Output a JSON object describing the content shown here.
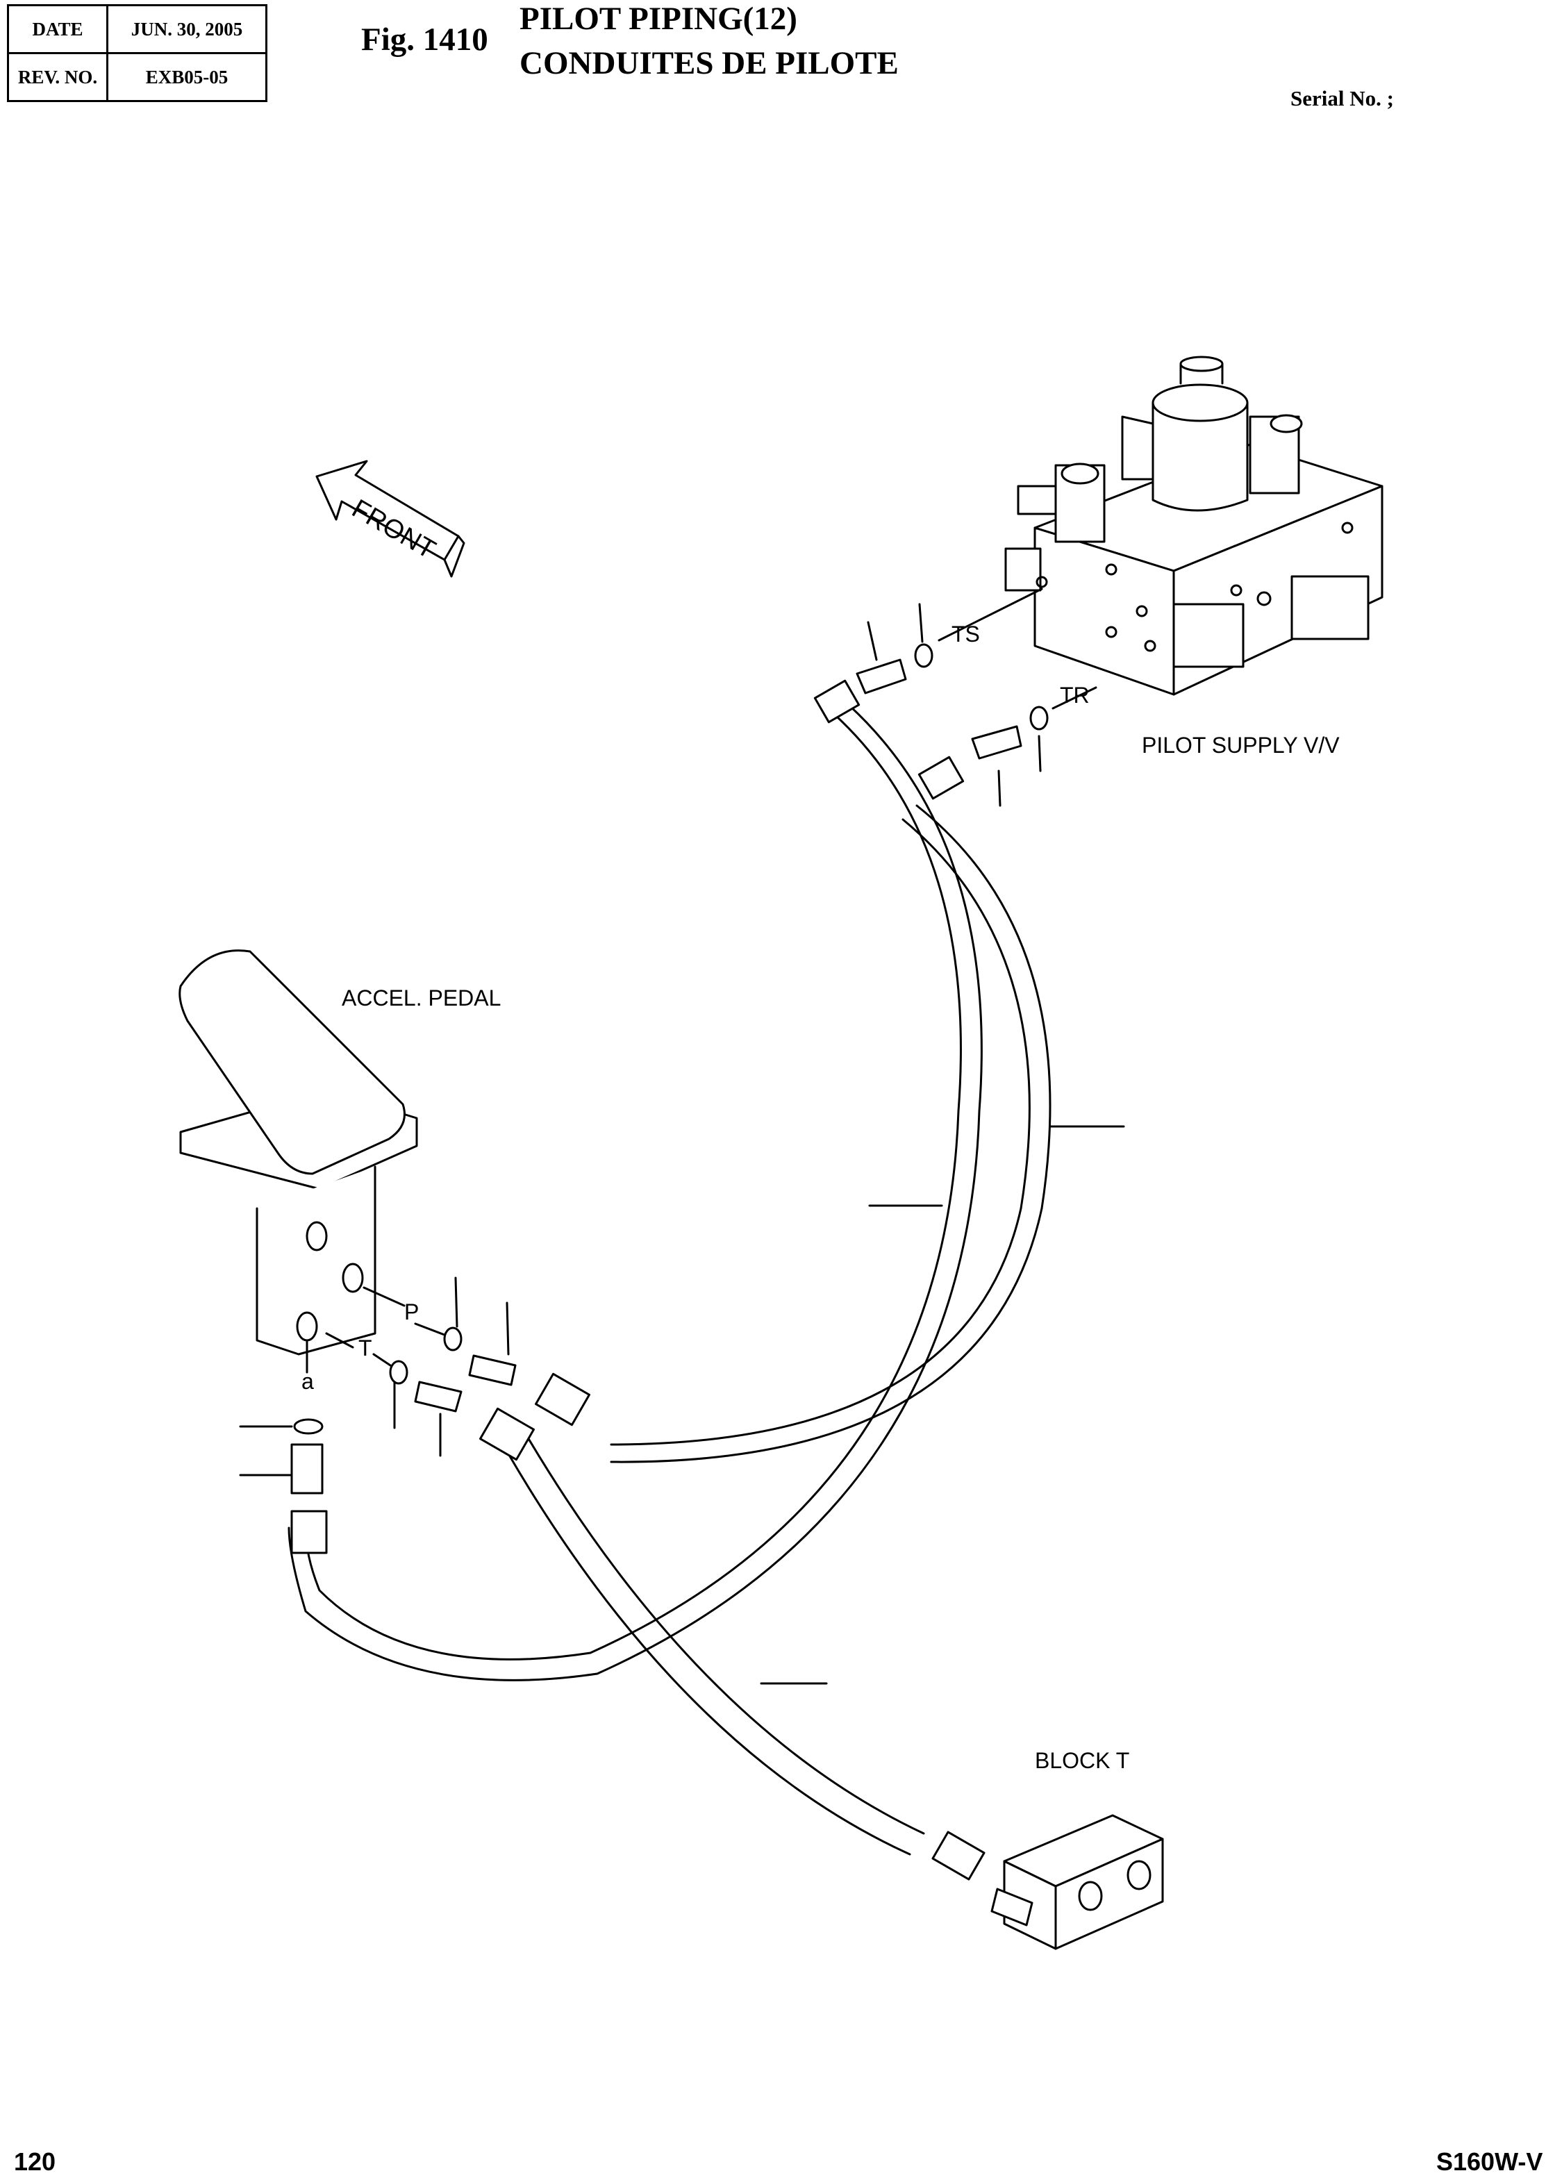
{
  "header": {
    "date_label": "DATE",
    "date_value": "JUN. 30, 2005",
    "rev_label": "REV. NO.",
    "rev_value": "EXB05-05",
    "fig_no": "Fig. 1410",
    "title_en": "PILOT PIPING(12)",
    "title_fr": "CONDUITES DE PILOTE",
    "serial": "Serial No. ;"
  },
  "diagram": {
    "front_arrow": "FRONT",
    "components": {
      "pilot_supply": "PILOT SUPPLY V/V",
      "accel_pedal": "ACCEL. PEDAL",
      "block_t": "BLOCK T"
    },
    "ports": {
      "ts": "TS",
      "tr": "TR",
      "p": "P",
      "t": "T",
      "a": "a"
    }
  },
  "footer": {
    "page": "120",
    "model": "S160W-V"
  }
}
